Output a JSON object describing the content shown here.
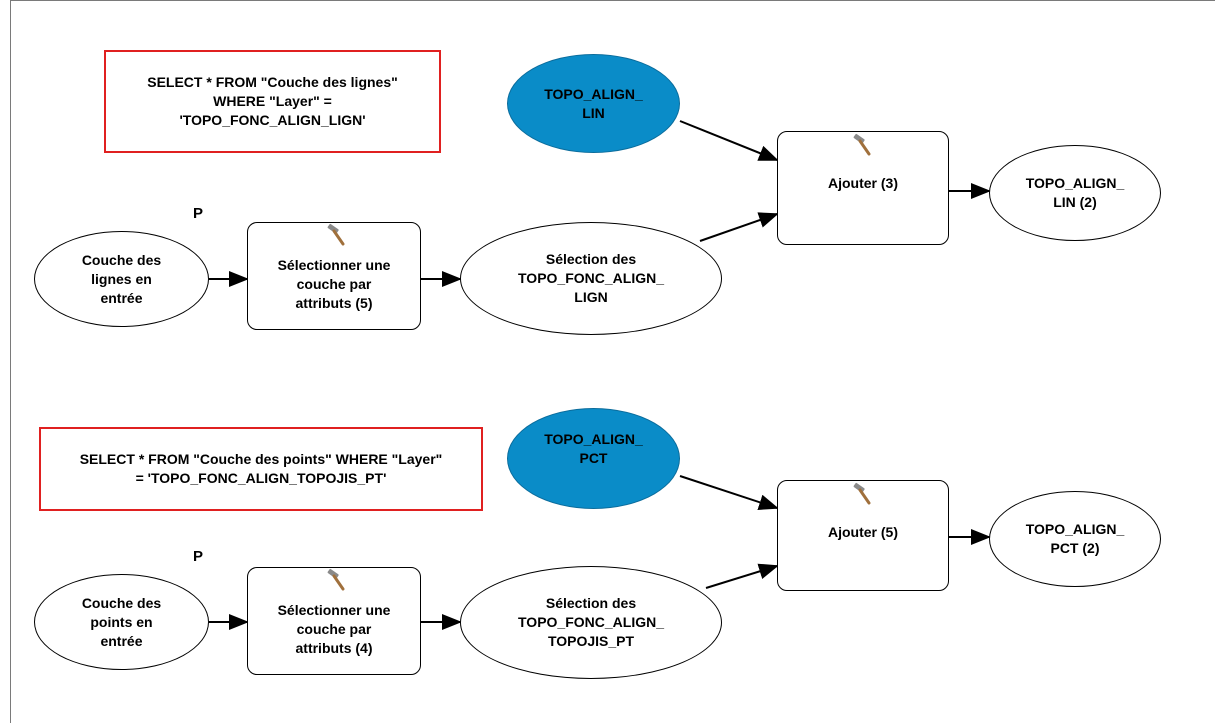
{
  "diagram": {
    "top": {
      "sql": "SELECT * FROM \"Couche des lignes\"\nWHERE \"Layer\" =\n'TOPO_FONC_ALIGN_LIGN'",
      "input_layer": "Couche des\nlignes en\nentrée",
      "param_marker": "P",
      "select_tool": "Sélectionner une\ncouche par\nattributs (5)",
      "selection": "Sélection des\nTOPO_FONC_ALIGN_\nLIGN",
      "target": "TOPO_ALIGN_\nLIN",
      "append_tool": "Ajouter (3)",
      "output": "TOPO_ALIGN_\nLIN (2)"
    },
    "bottom": {
      "sql": "SELECT * FROM \"Couche des points\" WHERE \"Layer\"\n= 'TOPO_FONC_ALIGN_TOPOJIS_PT'",
      "input_layer": "Couche des\npoints en\nentrée",
      "param_marker": "P",
      "select_tool": "Sélectionner une\ncouche par\nattributs (4)",
      "selection": "Sélection des\nTOPO_FONC_ALIGN_\nTOPOJIS_PT",
      "target": "TOPO_ALIGN_\nPCT",
      "append_tool": "Ajouter (5)",
      "output": "TOPO_ALIGN_\nPCT (2)"
    },
    "colors": {
      "data_fill_blue": "#0a8cc8",
      "sql_border": "#e02020",
      "hammer_icon": "hammer-icon"
    }
  }
}
